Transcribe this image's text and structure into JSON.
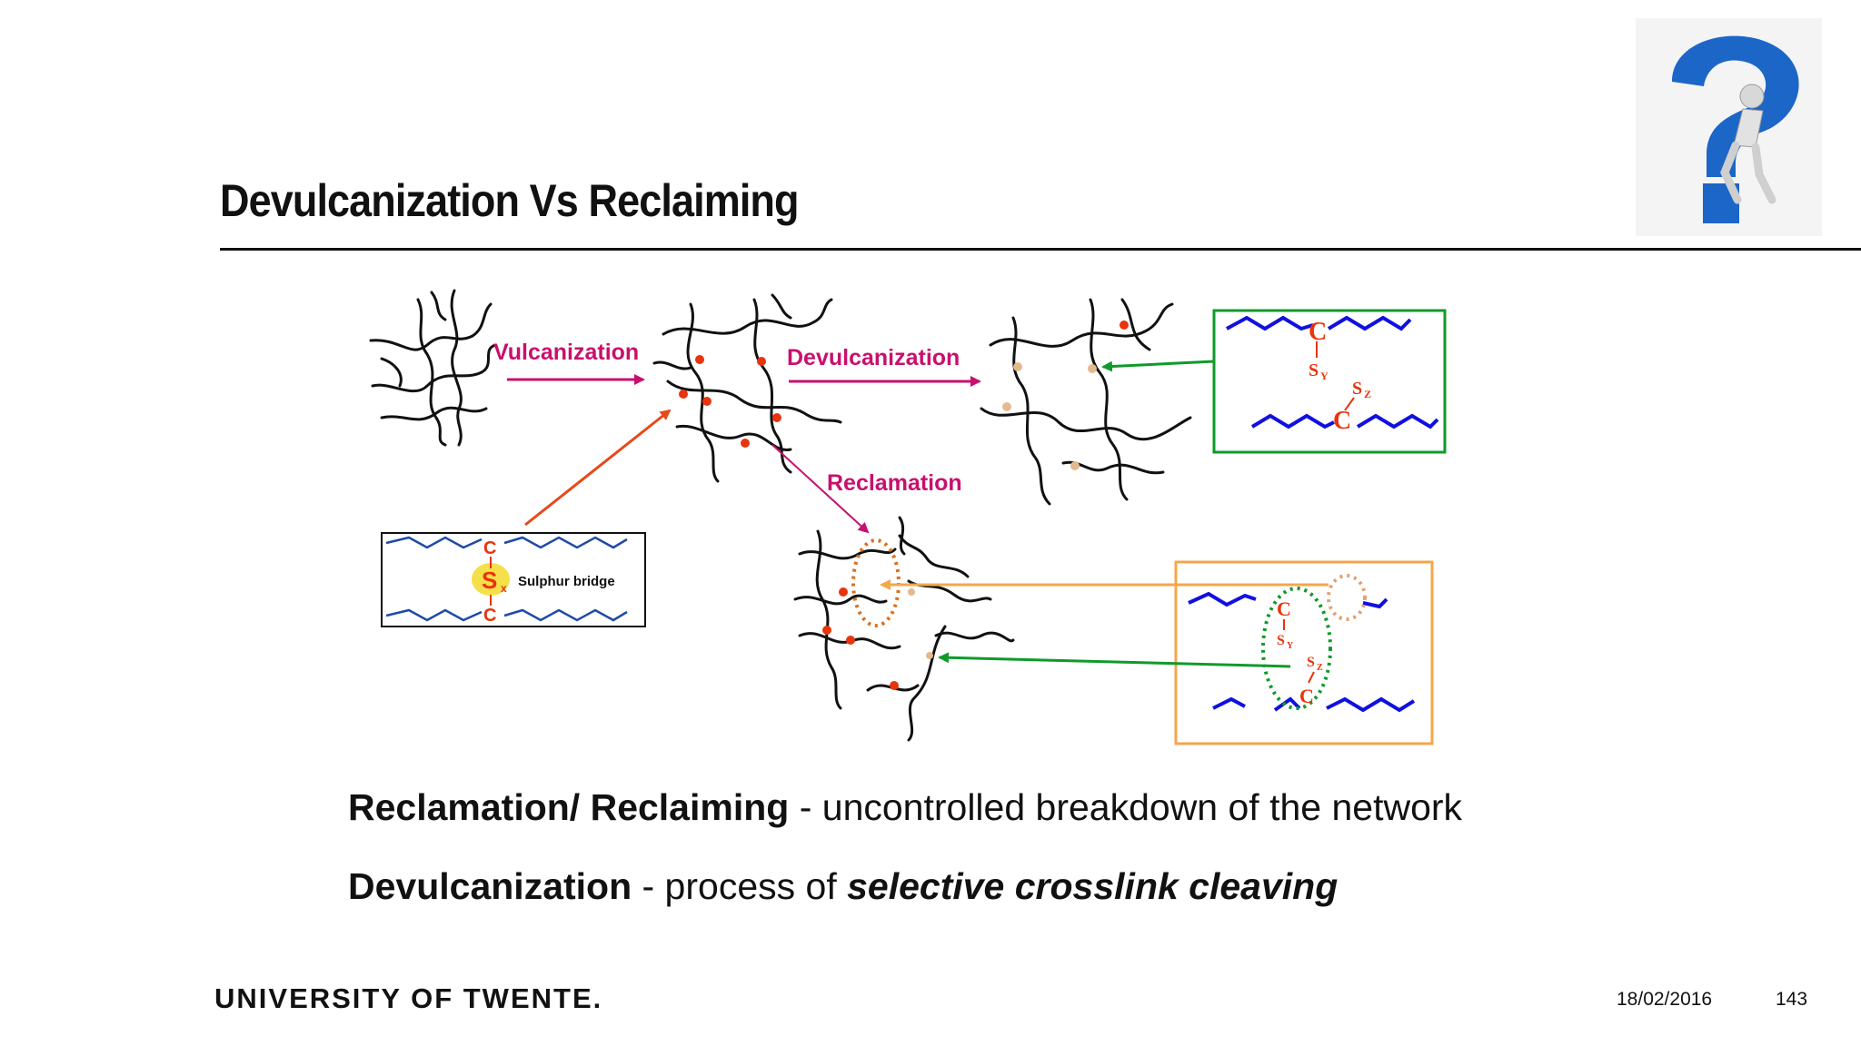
{
  "slide": {
    "title": "Devulcanization Vs Reclaiming",
    "line1_bold": "Reclamation/ Reclaiming",
    "line1_rest": " - uncontrolled breakdown of the network",
    "line2_bold": "Devulcanization",
    "line2_mid": " - process of ",
    "line2_bi": "selective crosslink cleaving",
    "logo": "UNIVERSITY OF TWENTE.",
    "date": "18/02/2016",
    "page": "143"
  },
  "diagram": {
    "label_vulcanization": "Vulcanization",
    "label_devulcanization": "Devulcanization",
    "label_reclamation": "Reclamation",
    "label_sulphur_bridge": "Sulphur bridge",
    "atom_c": "C",
    "atom_s": "S",
    "sub_x": "x",
    "sub_y": "Y",
    "sub_z": "Z"
  },
  "colors": {
    "magenta": "#c8106e",
    "orange_red": "#e8481a",
    "green": "#0f9a2a",
    "orange": "#f4a64a",
    "blue_chain": "#1010e0",
    "crosslink_red": "#e8340c",
    "tan": "#e3b98e"
  },
  "icons": {
    "question": "question-mark-figure-icon"
  }
}
